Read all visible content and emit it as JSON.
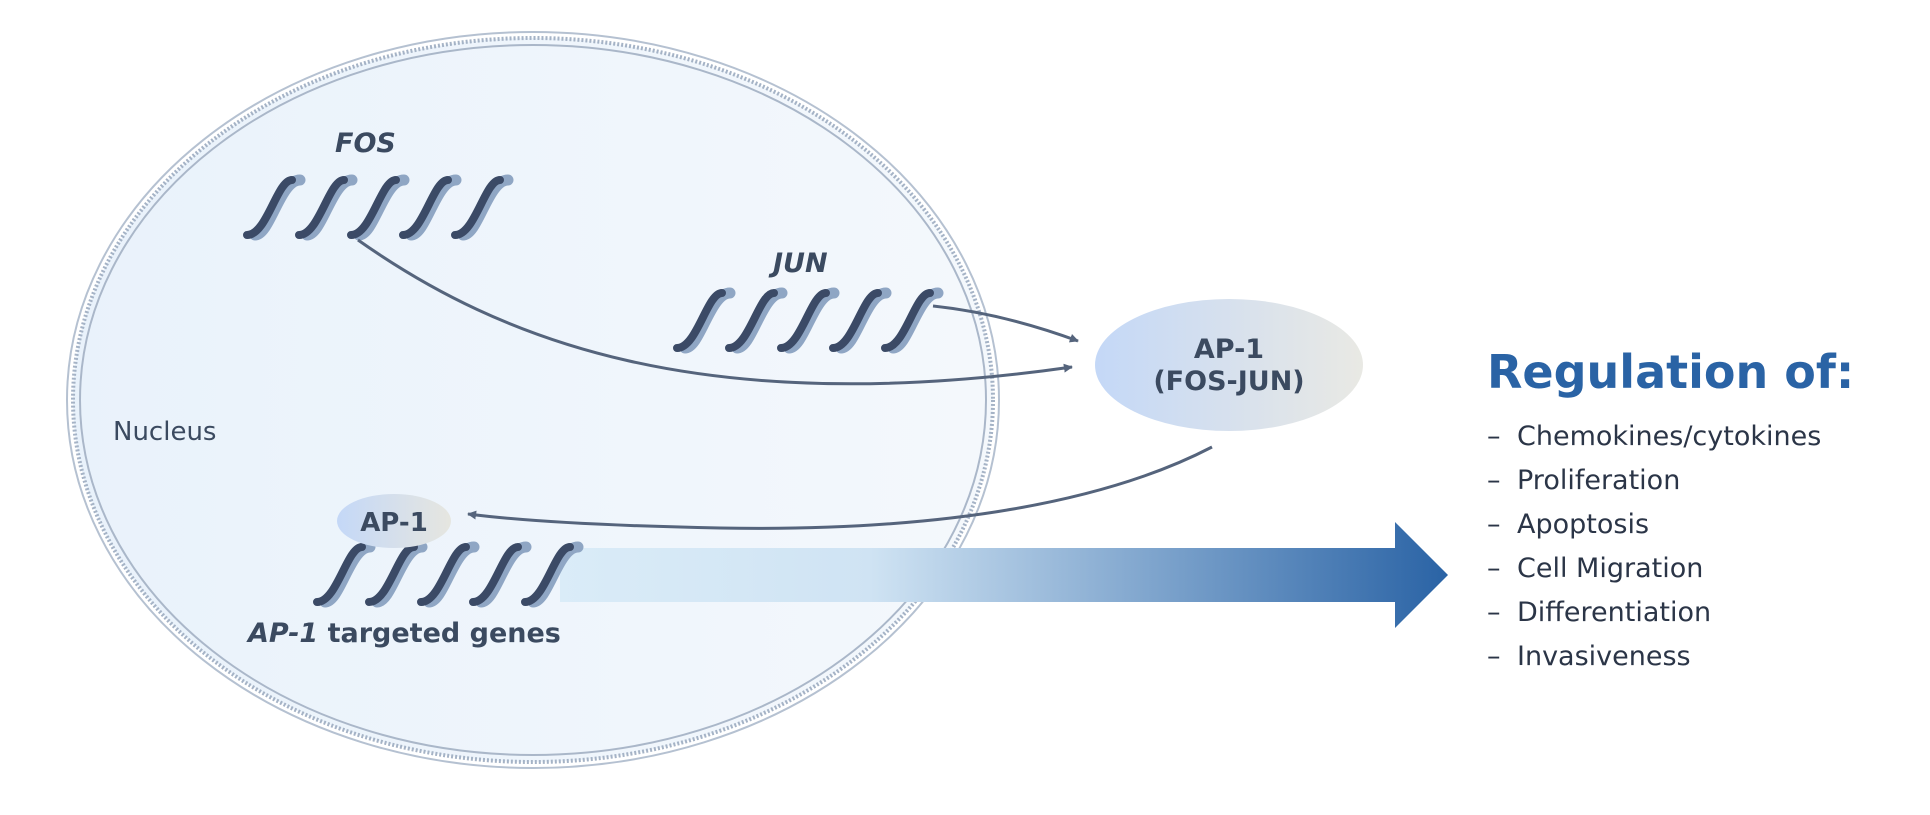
{
  "nucleus": {
    "label": "Nucleus"
  },
  "genes": {
    "fos": "FOS",
    "jun": "JUN",
    "targeted": {
      "italic": "AP-1",
      "rest": " targeted genes"
    }
  },
  "complex": {
    "line1": "AP-1",
    "line2": "(FOS-JUN)"
  },
  "bound_factor": {
    "label": "AP-1"
  },
  "regulation": {
    "title": "Regulation of:",
    "dash": "–",
    "items": [
      "Chemokines/cytokines",
      "Proliferation",
      "Apoptosis",
      "Cell Migration",
      "Differentiation",
      "Invasiveness"
    ]
  },
  "colors": {
    "title_blue": "#2a63a5",
    "text_dark": "#3b4a60",
    "dna_dark": "#3b4a66",
    "dna_light": "#8fa6c4",
    "arrow_line": "#55647c",
    "nucleus_border": "#9aa8bd",
    "nucleus_fill": "#eef4fb"
  }
}
